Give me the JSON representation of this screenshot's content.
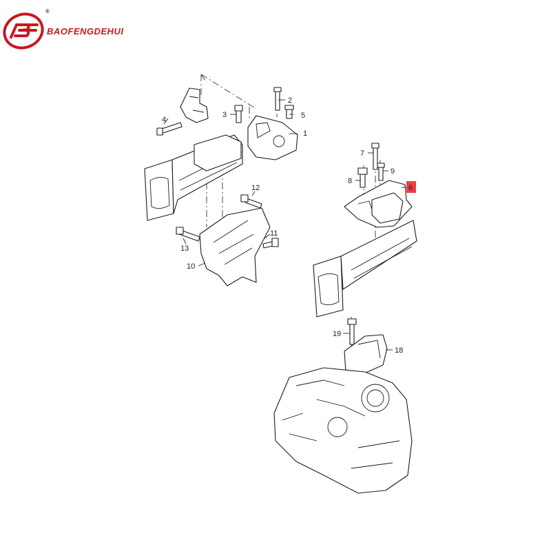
{
  "brand": {
    "name": "BAOFENGDEHUI",
    "registered": "®",
    "color_primary": "#c8171e",
    "logo_letters": "BF"
  },
  "highlight_color": "#e8404a",
  "callouts": [
    {
      "id": "1",
      "label": "1",
      "highlighted": false
    },
    {
      "id": "2",
      "label": "2",
      "highlighted": false
    },
    {
      "id": "3",
      "label": "3",
      "highlighted": false
    },
    {
      "id": "4",
      "label": "4",
      "highlighted": false
    },
    {
      "id": "5",
      "label": "5",
      "highlighted": false
    },
    {
      "id": "6",
      "label": "6",
      "highlighted": true
    },
    {
      "id": "7",
      "label": "7",
      "highlighted": false
    },
    {
      "id": "8",
      "label": "8",
      "highlighted": false
    },
    {
      "id": "9",
      "label": "9",
      "highlighted": false
    },
    {
      "id": "10",
      "label": "10",
      "highlighted": false
    },
    {
      "id": "11",
      "label": "11",
      "highlighted": false
    },
    {
      "id": "12",
      "label": "12",
      "highlighted": false
    },
    {
      "id": "13",
      "label": "13",
      "highlighted": false
    },
    {
      "id": "18",
      "label": "18",
      "highlighted": false
    },
    {
      "id": "19",
      "label": "19",
      "highlighted": false
    }
  ]
}
